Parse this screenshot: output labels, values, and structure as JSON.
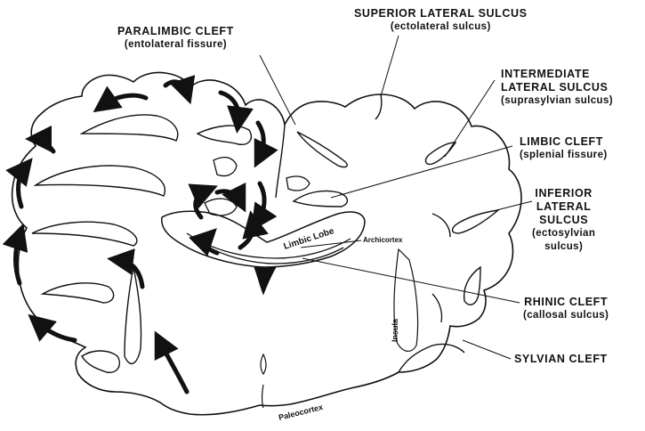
{
  "labels": {
    "paralimbic": {
      "title": "PARALIMBIC CLEFT",
      "sub": "(entolateral fissure)"
    },
    "superior": {
      "title": "SUPERIOR LATERAL SULCUS",
      "sub": "(ectolateral sulcus)"
    },
    "intermediate": {
      "line1": "INTERMEDIATE",
      "line2": "LATERAL SULCUS",
      "sub": "(suprasylvian sulcus)"
    },
    "limbic": {
      "title": "LIMBIC CLEFT",
      "sub": "(splenial fissure)"
    },
    "inferior": {
      "line1": "INFERIOR",
      "line2": "LATERAL",
      "line3": "SULCUS",
      "sub1": "(ectosylvian",
      "sub2": "sulcus)"
    },
    "rhinic": {
      "title": "RHINIC CLEFT",
      "sub": "(callosal sulcus)"
    },
    "sylvian": {
      "title": "SYLVIAN CLEFT"
    }
  },
  "inner_labels": {
    "limbic_lobe": "Limbic Lobe",
    "archicortex": "Archicortex",
    "insula": "Insula",
    "paleocortex": "Paleocortex"
  },
  "colors": {
    "ink": "#111111",
    "background": "#ffffff"
  }
}
